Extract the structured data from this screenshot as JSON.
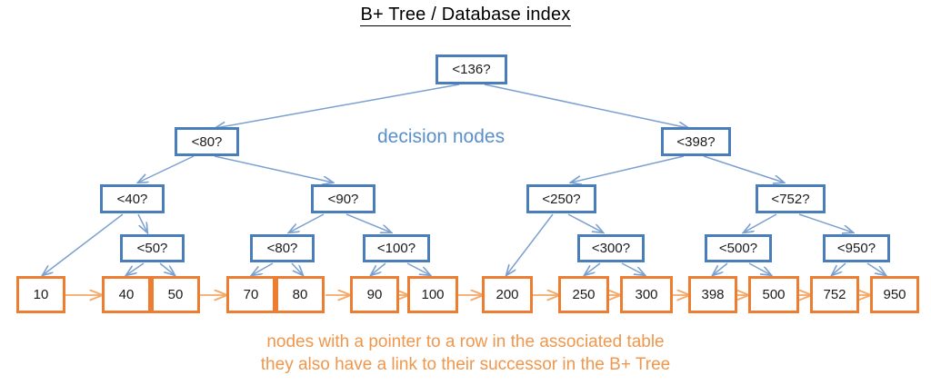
{
  "title": "B+ Tree / Database index",
  "labels": {
    "decision_nodes": "decision nodes",
    "caption_line1": "nodes with a pointer to a row in the associated table",
    "caption_line2": "they also have a link to their successor in the B+ Tree"
  },
  "colors": {
    "decision_border": "#4a7ebb",
    "decision_text": "#1a1a1a",
    "leaf_border": "#ed7d31",
    "leaf_text": "#1a1a1a",
    "edge_blue": "#7ba0d0",
    "edge_orange": "#f3a96a",
    "decision_label_text": "#5b8fc9",
    "caption_text": "#ef974c",
    "title_text": "#000000",
    "background": "#ffffff"
  },
  "tree": {
    "root": {
      "label": "<136?"
    },
    "level2": [
      {
        "label": "<80?"
      },
      {
        "label": "<398?"
      }
    ],
    "level3": [
      {
        "label": "<40?"
      },
      {
        "label": "<90?"
      },
      {
        "label": "<250?"
      },
      {
        "label": "<752?"
      }
    ],
    "level4": [
      {
        "label": "<50?"
      },
      {
        "label": "<80?"
      },
      {
        "label": "<100?"
      },
      {
        "label": "<300?"
      },
      {
        "label": "<500?"
      },
      {
        "label": "<950?"
      }
    ],
    "leaves": [
      {
        "label": "10"
      },
      {
        "label": "40"
      },
      {
        "label": "50"
      },
      {
        "label": "70"
      },
      {
        "label": "80"
      },
      {
        "label": "90"
      },
      {
        "label": "100"
      },
      {
        "label": "200"
      },
      {
        "label": "250"
      },
      {
        "label": "300"
      },
      {
        "label": "398"
      },
      {
        "label": "500"
      },
      {
        "label": "752"
      },
      {
        "label": "950"
      }
    ]
  }
}
